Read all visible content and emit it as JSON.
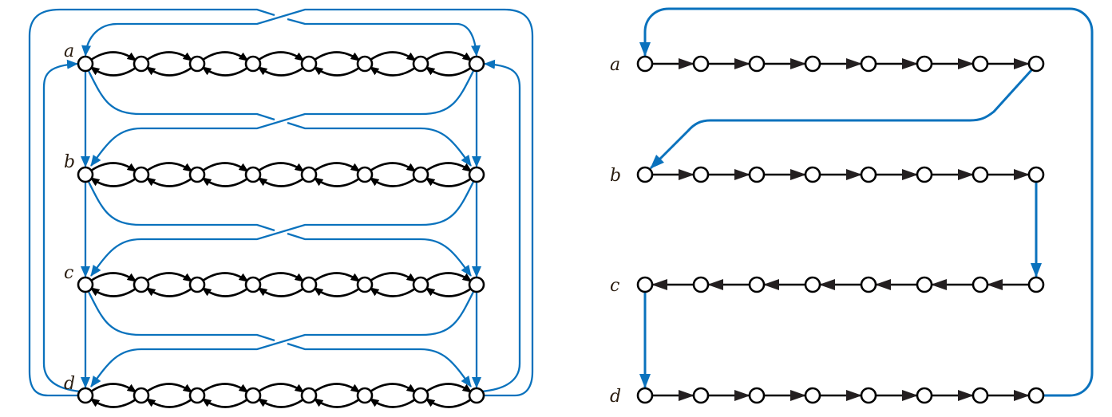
{
  "colors": {
    "edge_primary": "#000000",
    "edge_highlight": "#0a72bd",
    "node_fill": "#ffffff",
    "label": "#2a1d10"
  },
  "diagrams": [
    {
      "id": "left",
      "description": "Four rows of 8 nodes with bidirectional black edges between neighbours; blue edges connect row endpoints",
      "rows": [
        {
          "label": "a",
          "node_count": 8
        },
        {
          "label": "b",
          "node_count": 8
        },
        {
          "label": "c",
          "node_count": 8
        },
        {
          "label": "d",
          "node_count": 8
        }
      ],
      "row_edges": "bidirectional",
      "blue_edges": [
        {
          "from": "a.first",
          "to": "b.first"
        },
        {
          "from": "b.first",
          "to": "c.first"
        },
        {
          "from": "c.first",
          "to": "d.first"
        },
        {
          "from": "a.last",
          "to": "b.last"
        },
        {
          "from": "b.last",
          "to": "c.last"
        },
        {
          "from": "c.last",
          "to": "d.last"
        },
        {
          "from": "a.first",
          "to": "b.last"
        },
        {
          "from": "a.last",
          "to": "b.first"
        },
        {
          "from": "b.first",
          "to": "c.last"
        },
        {
          "from": "b.last",
          "to": "c.first"
        },
        {
          "from": "c.first",
          "to": "d.last"
        },
        {
          "from": "c.last",
          "to": "d.first"
        },
        {
          "from": "d.first",
          "to": "a.first"
        },
        {
          "from": "d.first",
          "to": "a.last"
        },
        {
          "from": "d.last",
          "to": "a.last"
        },
        {
          "from": "d.last",
          "to": "a.first"
        }
      ]
    },
    {
      "id": "right",
      "description": "Hamiltonian path snaking through the rows",
      "rows": [
        {
          "label": "a",
          "node_count": 8,
          "direction": "right"
        },
        {
          "label": "b",
          "node_count": 8,
          "direction": "right"
        },
        {
          "label": "c",
          "node_count": 8,
          "direction": "left"
        },
        {
          "label": "d",
          "node_count": 8,
          "direction": "right"
        }
      ],
      "blue_edges": [
        {
          "from": "a.last",
          "to": "b.first"
        },
        {
          "from": "b.last",
          "to": "c.last"
        },
        {
          "from": "c.first",
          "to": "d.first"
        },
        {
          "from": "d.last",
          "to": "a.first"
        }
      ]
    }
  ]
}
